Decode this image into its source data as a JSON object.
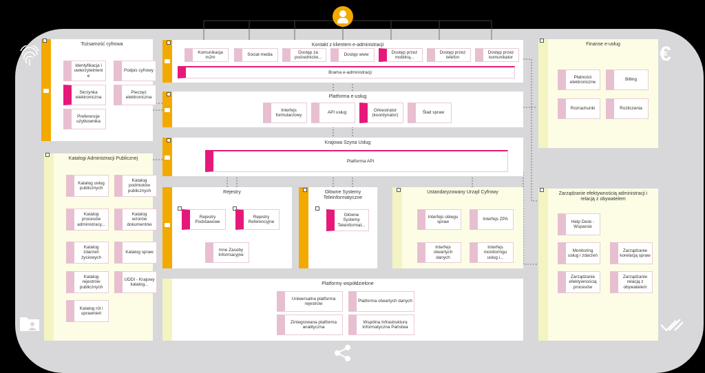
{
  "top_panels": {
    "tozsamosc": "Tożsamość cyfrowa",
    "kontakt": "Kontakt z klientem e-administracji",
    "finanse": "Finanse e-usług",
    "platforma": "Platforma e-usług",
    "szyna": "Krajowa Szyna Usług",
    "katalogi": "Katalogi Administracji Publicznej",
    "rejestry": "Rejestry",
    "glowne": "Główne Systemy Teleinformatyczne",
    "urzad": "Ustandaryzowany Urząd Cyfrowy",
    "zarzadzanie": "Zarządzanie efektywnością administracji i relacją z obywatelem",
    "wspoldzielone": "Platformy współdzielone"
  },
  "tozsamosc_items": [
    "Identyfikacja i uwierzytelnieni e",
    "Podpis cyfrowy",
    "Skrzynka elektroniczna",
    "Pieczęć elektroniczna",
    "Preferencje użytkownika"
  ],
  "kontakt_items": [
    "Komunikacja m2m",
    "Social media",
    "Dostęp za pośrednictw...",
    "Dostęp www",
    "Dostęp przez mobilną...",
    "Dostęp przez telefon",
    "Dostęp przez komunikator"
  ],
  "brama": "Brama e-administracji",
  "finanse_items": [
    "Płatności elektroniczne",
    "Billing",
    "Rozrachunki",
    "Rozliczenia"
  ],
  "platforma_items": [
    "Interfejs formularzowy",
    "API usług",
    "Orkiestrator (koordynator)",
    "Ślad spraw"
  ],
  "platforma_api": "Platforma API",
  "katalogi_items": [
    "Katalog usług publicznych",
    "Katalog podmiotów publicznych",
    "Katalog procesów administracy...",
    "Katalog wzorów dokumentów",
    "Katalog zdarzeń życiowych",
    "Katalog spraw",
    "Katalog rejestrów publicznych",
    "UDDI - Krajowy katalog...",
    "Katalog ról i uprawnień"
  ],
  "rejestry_items": [
    "Rejestry Podstawowe",
    "Rejestry Referencyjne",
    "Inne Zasoby Informacyjne"
  ],
  "glowne_items": [
    "Główne Systemy Teleinformat..."
  ],
  "urzad_items": [
    "Interfejs obiegu spraw",
    "Interfejs ZPA",
    "Interfejs otwartych danych",
    "Interfejs monitoringu usług i..."
  ],
  "zarzadzanie_items": [
    "Help Desk - Wsparcie",
    "Monitoring usług i zdarzeń",
    "Zarządzanie korelacją spraw",
    "Zarządzanie efektywnością procesów",
    "Zarządzanie relacją z obywatelem"
  ],
  "wspoldzielone_items": [
    "Uniwersalna platforma rejestrów",
    "Platforma otwartych danych",
    "Zintegrowana platforma analityczna",
    "Wspólna Infrastruktura Informatyczna Państwa"
  ],
  "icons": [
    "user-icon",
    "fingerprint-icon",
    "euro-icon",
    "folder-user-icon",
    "check-icon",
    "share-icon"
  ],
  "colors": {
    "accent": "#e6197a",
    "gold": "#f2a900",
    "pale": "#f4f4c2",
    "stage": "#d8d8da"
  }
}
